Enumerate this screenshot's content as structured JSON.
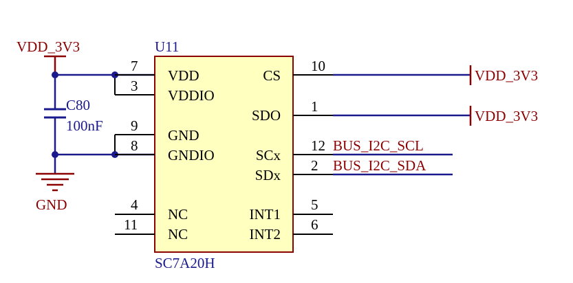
{
  "colors": {
    "background": "#ffffff",
    "component_fill": "#ffffc0",
    "component_border": "#8b0000",
    "wire": "#1a1a8c",
    "junction": "#1a1a8c",
    "pin_line": "#000000",
    "power": "#8b0000",
    "designator": "#1a1a8c"
  },
  "power_top": {
    "label": "VDD_3V3"
  },
  "power_gnd": {
    "label": "GND"
  },
  "capacitor": {
    "ref": "C80",
    "value": "100nF"
  },
  "ic": {
    "ref": "U11",
    "part": "SC7A20H",
    "left_pins": [
      {
        "num": "7",
        "name": "VDD"
      },
      {
        "num": "3",
        "name": "VDDIO"
      },
      {
        "num": "9",
        "name": "GND"
      },
      {
        "num": "8",
        "name": "GNDIO"
      },
      {
        "num": "4",
        "name": "NC"
      },
      {
        "num": "11",
        "name": "NC"
      }
    ],
    "right_pins": [
      {
        "num": "10",
        "name": "CS"
      },
      {
        "num": "1",
        "name": "SDO"
      },
      {
        "num": "12",
        "name": "SCx"
      },
      {
        "num": "2",
        "name": "SDx"
      },
      {
        "num": "5",
        "name": "INT1"
      },
      {
        "num": "6",
        "name": "INT2"
      }
    ]
  },
  "right_power_1": {
    "label": "VDD_3V3"
  },
  "right_power_2": {
    "label": "VDD_3V3"
  },
  "net_labels": {
    "scl": "BUS_I2C_SCL",
    "sda": "BUS_I2C_SDA"
  }
}
